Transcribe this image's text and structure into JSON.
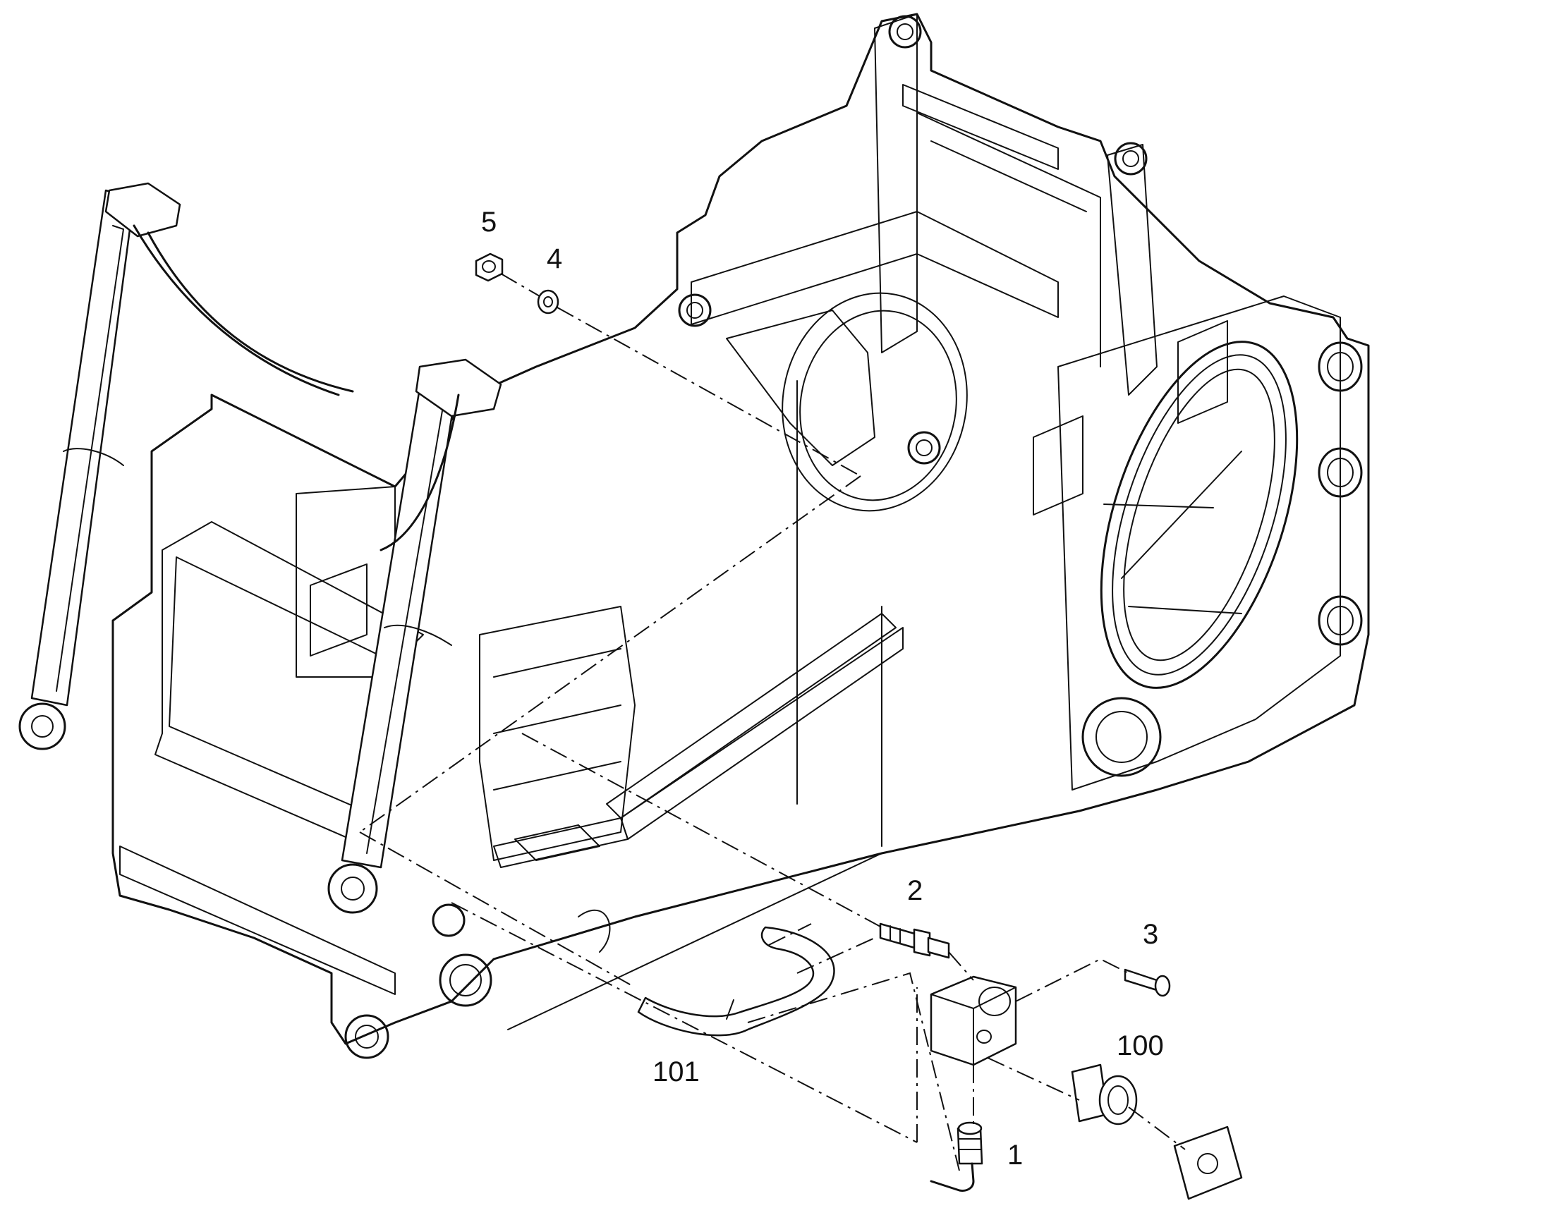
{
  "callouts": {
    "c1": "1",
    "c2": "2",
    "c3": "3",
    "c4": "4",
    "c5": "5",
    "c100": "100",
    "c101": "101"
  },
  "colors": {
    "line": "#111111",
    "background": "#ffffff"
  }
}
